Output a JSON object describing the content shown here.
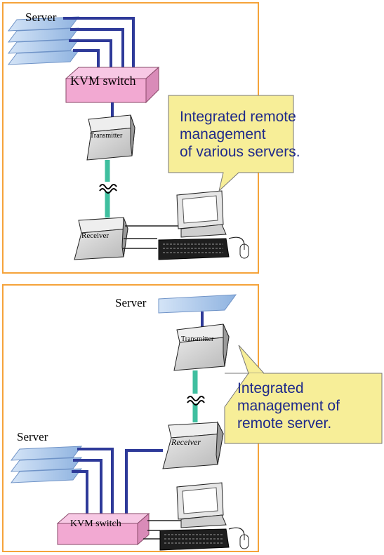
{
  "panels": [
    {
      "server_label": "Server",
      "switch_label": "KVM switch",
      "transmitter_label": "Transmitter",
      "receiver_label": "Receiver",
      "callout_lines": [
        "Integrated remote",
        "management",
        "of various servers."
      ]
    },
    {
      "server_top_label": "Server",
      "server_bottom_label": "Server",
      "switch_label": "KVM switch",
      "transmitter_label": "Transmitter",
      "receiver_label": "Receiver",
      "callout_lines": [
        "Integrated",
        "management of",
        "remote server."
      ]
    }
  ],
  "colors": {
    "frame": "#f5a33a",
    "server_fill": "#8fb3e0",
    "server_light": "#d4e4f7",
    "switch_fill": "#f2a9d2",
    "cable_blue": "#2e3a99",
    "cable_green": "#3fbf9f",
    "callout_fill": "#f7ee98",
    "callout_text": "#1f2a8a"
  }
}
